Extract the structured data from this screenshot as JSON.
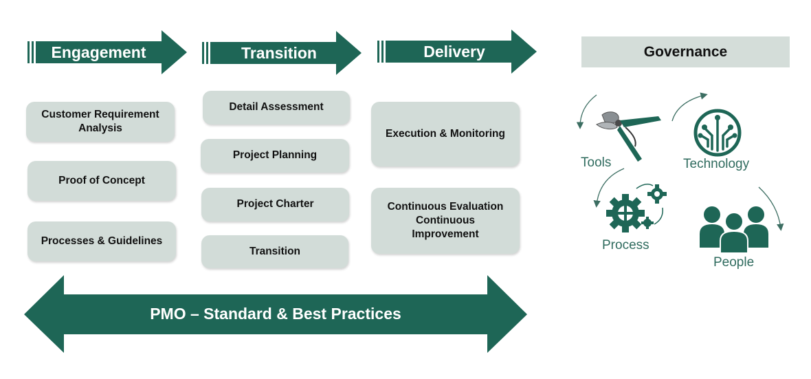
{
  "colors": {
    "accent": "#1e6656",
    "box": "#d2dcd8",
    "governance_bar": "#d4ddd9"
  },
  "phases": [
    {
      "label": "Engagement"
    },
    {
      "label": "Transition"
    },
    {
      "label": "Delivery"
    }
  ],
  "engagement_items": [
    "Customer Requirement\nAnalysis",
    "Proof of Concept",
    "Processes & Guidelines"
  ],
  "transition_items": [
    "Detail Assessment",
    "Project Planning",
    "Project Charter",
    "Transition"
  ],
  "delivery_items": [
    "Execution & Monitoring",
    "Continuous Evaluation\nContinuous\nImprovement"
  ],
  "governance": {
    "title": "Governance",
    "cycle": [
      {
        "label": "Tools",
        "icon": "pruning-shears-icon"
      },
      {
        "label": "Technology",
        "icon": "circuit-chip-icon"
      },
      {
        "label": "Process",
        "icon": "gears-icon"
      },
      {
        "label": "People",
        "icon": "people-icon"
      }
    ]
  },
  "pmo": {
    "label": "PMO – Standard & Best Practices"
  }
}
